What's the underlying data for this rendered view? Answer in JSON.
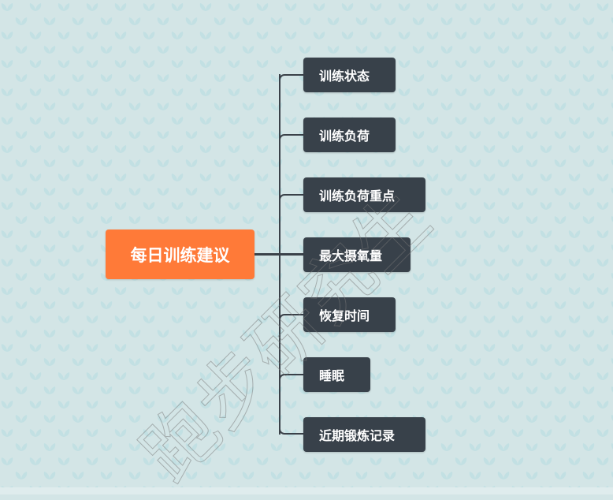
{
  "mindmap": {
    "root": {
      "label": "每日训练建议",
      "color": "#ff7a38"
    },
    "children": [
      {
        "label": "训练状态"
      },
      {
        "label": "训练负荷"
      },
      {
        "label": "训练负荷重点"
      },
      {
        "label": "最大摄氧量"
      },
      {
        "label": "恢复时间"
      },
      {
        "label": "睡眠"
      },
      {
        "label": "近期锻炼记录"
      }
    ],
    "node_color": "#38414a",
    "line_color": "#3a4149"
  },
  "watermark": {
    "text": "跑步研究生"
  },
  "background": {
    "color": "#d3e5e6",
    "pattern": "leaf-pattern",
    "pattern_color": "#c2e0e3"
  }
}
